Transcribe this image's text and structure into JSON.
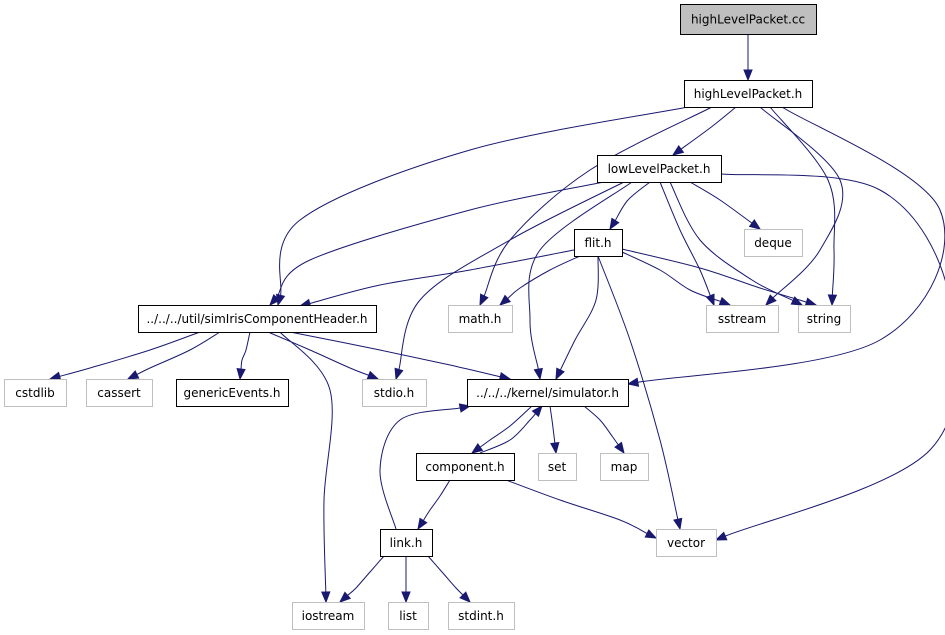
{
  "graph": {
    "colors": {
      "edge": "#191970",
      "root_fill": "#bfbfbf",
      "node_border": "#000000",
      "system_border": "#bfbfbf",
      "text": "#000000"
    },
    "nodes": [
      {
        "id": "highLevelPacket_cc",
        "label": "highLevelPacket.cc",
        "kind": "root"
      },
      {
        "id": "highLevelPacket_h",
        "label": "highLevelPacket.h",
        "kind": "local"
      },
      {
        "id": "lowLevelPacket_h",
        "label": "lowLevelPacket.h",
        "kind": "local"
      },
      {
        "id": "deque",
        "label": "deque",
        "kind": "system"
      },
      {
        "id": "flit_h",
        "label": "flit.h",
        "kind": "local"
      },
      {
        "id": "simIrisComponentHeader_h",
        "label": "../../../util/simIrisComponentHeader.h",
        "kind": "local"
      },
      {
        "id": "math_h",
        "label": "math.h",
        "kind": "system"
      },
      {
        "id": "sstream",
        "label": "sstream",
        "kind": "system"
      },
      {
        "id": "string",
        "label": "string",
        "kind": "system"
      },
      {
        "id": "cstdlib",
        "label": "cstdlib",
        "kind": "system"
      },
      {
        "id": "cassert",
        "label": "cassert",
        "kind": "system"
      },
      {
        "id": "genericEvents_h",
        "label": "genericEvents.h",
        "kind": "local"
      },
      {
        "id": "stdio_h",
        "label": "stdio.h",
        "kind": "system"
      },
      {
        "id": "simulator_h",
        "label": "../../../kernel/simulator.h",
        "kind": "local"
      },
      {
        "id": "component_h",
        "label": "component.h",
        "kind": "local"
      },
      {
        "id": "set",
        "label": "set",
        "kind": "system"
      },
      {
        "id": "map",
        "label": "map",
        "kind": "system"
      },
      {
        "id": "link_h",
        "label": "link.h",
        "kind": "local"
      },
      {
        "id": "vector",
        "label": "vector",
        "kind": "system"
      },
      {
        "id": "iostream",
        "label": "iostream",
        "kind": "system"
      },
      {
        "id": "list",
        "label": "list",
        "kind": "system"
      },
      {
        "id": "stdint_h",
        "label": "stdint.h",
        "kind": "system"
      }
    ],
    "edges": [
      {
        "from": "highLevelPacket_cc",
        "to": "highLevelPacket_h"
      },
      {
        "from": "highLevelPacket_h",
        "to": "lowLevelPacket_h"
      },
      {
        "from": "highLevelPacket_h",
        "to": "simIrisComponentHeader_h"
      },
      {
        "from": "highLevelPacket_h",
        "to": "math_h"
      },
      {
        "from": "highLevelPacket_h",
        "to": "sstream"
      },
      {
        "from": "highLevelPacket_h",
        "to": "string"
      },
      {
        "from": "highLevelPacket_h",
        "to": "simulator_h"
      },
      {
        "from": "lowLevelPacket_h",
        "to": "deque"
      },
      {
        "from": "lowLevelPacket_h",
        "to": "flit_h"
      },
      {
        "from": "lowLevelPacket_h",
        "to": "simIrisComponentHeader_h"
      },
      {
        "from": "lowLevelPacket_h",
        "to": "stdio_h"
      },
      {
        "from": "lowLevelPacket_h",
        "to": "sstream"
      },
      {
        "from": "lowLevelPacket_h",
        "to": "string"
      },
      {
        "from": "lowLevelPacket_h",
        "to": "simulator_h"
      },
      {
        "from": "lowLevelPacket_h",
        "to": "vector"
      },
      {
        "from": "flit_h",
        "to": "simIrisComponentHeader_h"
      },
      {
        "from": "flit_h",
        "to": "math_h"
      },
      {
        "from": "flit_h",
        "to": "sstream"
      },
      {
        "from": "flit_h",
        "to": "string"
      },
      {
        "from": "flit_h",
        "to": "simulator_h"
      },
      {
        "from": "flit_h",
        "to": "vector"
      },
      {
        "from": "simIrisComponentHeader_h",
        "to": "cstdlib"
      },
      {
        "from": "simIrisComponentHeader_h",
        "to": "cassert"
      },
      {
        "from": "simIrisComponentHeader_h",
        "to": "genericEvents_h"
      },
      {
        "from": "simIrisComponentHeader_h",
        "to": "stdio_h"
      },
      {
        "from": "simIrisComponentHeader_h",
        "to": "simulator_h"
      },
      {
        "from": "simIrisComponentHeader_h",
        "to": "iostream"
      },
      {
        "from": "simulator_h",
        "to": "component_h"
      },
      {
        "from": "simulator_h",
        "to": "set"
      },
      {
        "from": "simulator_h",
        "to": "map"
      },
      {
        "from": "component_h",
        "to": "simulator_h"
      },
      {
        "from": "component_h",
        "to": "link_h"
      },
      {
        "from": "component_h",
        "to": "vector"
      },
      {
        "from": "link_h",
        "to": "simulator_h"
      },
      {
        "from": "link_h",
        "to": "iostream"
      },
      {
        "from": "link_h",
        "to": "list"
      },
      {
        "from": "link_h",
        "to": "stdint_h"
      }
    ]
  }
}
